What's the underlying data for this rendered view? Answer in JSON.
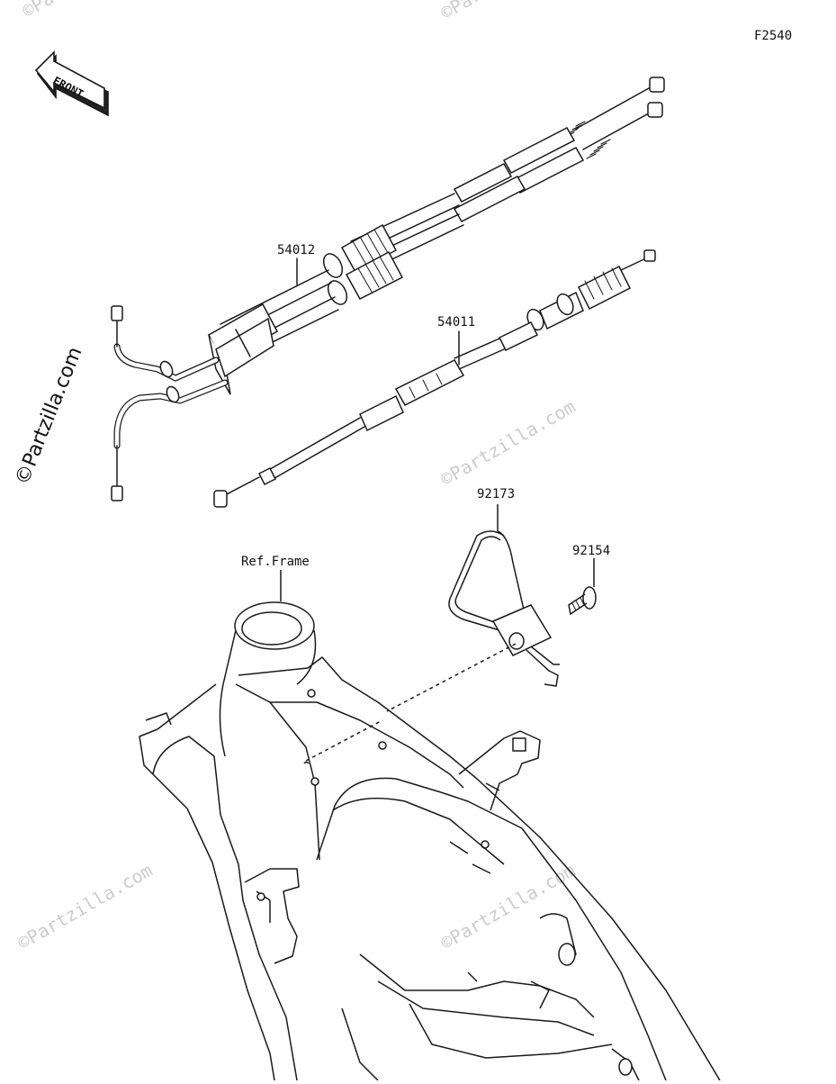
{
  "diagram": {
    "figure_code": "F2540",
    "front_arrow_label": "FRONT",
    "watermark": "©Partzilla.com",
    "watermark_side": "©Partzilla.com",
    "callouts": {
      "throttle_cables": "54012",
      "clutch_cable": "54011",
      "cable_guide": "92173",
      "bolt": "92154",
      "frame_ref": "Ref.Frame"
    }
  },
  "colors": {
    "line": "#1a1a1a",
    "watermark": "#c8c8c8",
    "background": "#ffffff"
  }
}
